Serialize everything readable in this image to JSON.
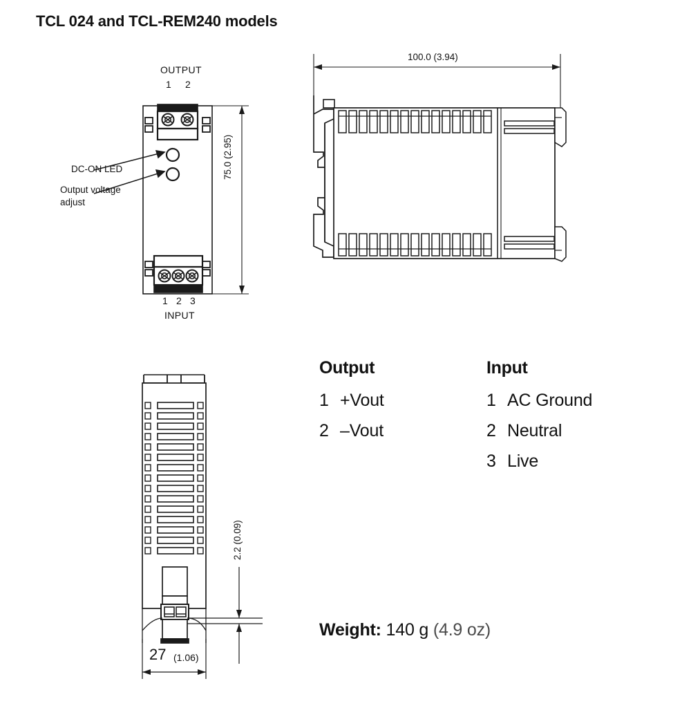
{
  "title": "TCL 024 and TCL-REM240 models",
  "front_view": {
    "top_terminal_label": "OUTPUT",
    "top_terminal_pins": [
      "1",
      "2"
    ],
    "bottom_terminal_label": "INPUT",
    "bottom_terminal_pins": [
      "1",
      "2",
      "3"
    ],
    "callouts": [
      {
        "name": "dc-on-led",
        "text": "DC-ON LED"
      },
      {
        "name": "output-voltage-adjust",
        "line1": "Output voltage",
        "line2": "adjust"
      }
    ],
    "dimension_height": "75.0 (2.95)"
  },
  "side_view": {
    "dimension_length": "100.0 (3.94)"
  },
  "bottom_view": {
    "dimension_width_value": "27",
    "dimension_width_inch": "(1.06)",
    "dimension_gap": "2.2 (0.09)"
  },
  "legend": {
    "output": {
      "heading": "Output",
      "rows": [
        {
          "num": "1",
          "text": "+Vout"
        },
        {
          "num": "2",
          "text": "–Vout"
        }
      ]
    },
    "input": {
      "heading": "Input",
      "rows": [
        {
          "num": "1",
          "text": "AC Ground"
        },
        {
          "num": "2",
          "text": "Neutral"
        },
        {
          "num": "3",
          "text": "Live"
        }
      ]
    }
  },
  "weight": {
    "label": "Weight:",
    "value": "140 g",
    "unit": "(4.9 oz)"
  },
  "colors": {
    "ink": "#111111",
    "line": "#1a1a1a",
    "fill_light": "#f2f2f2",
    "fill_mid": "#e6e6e6"
  }
}
